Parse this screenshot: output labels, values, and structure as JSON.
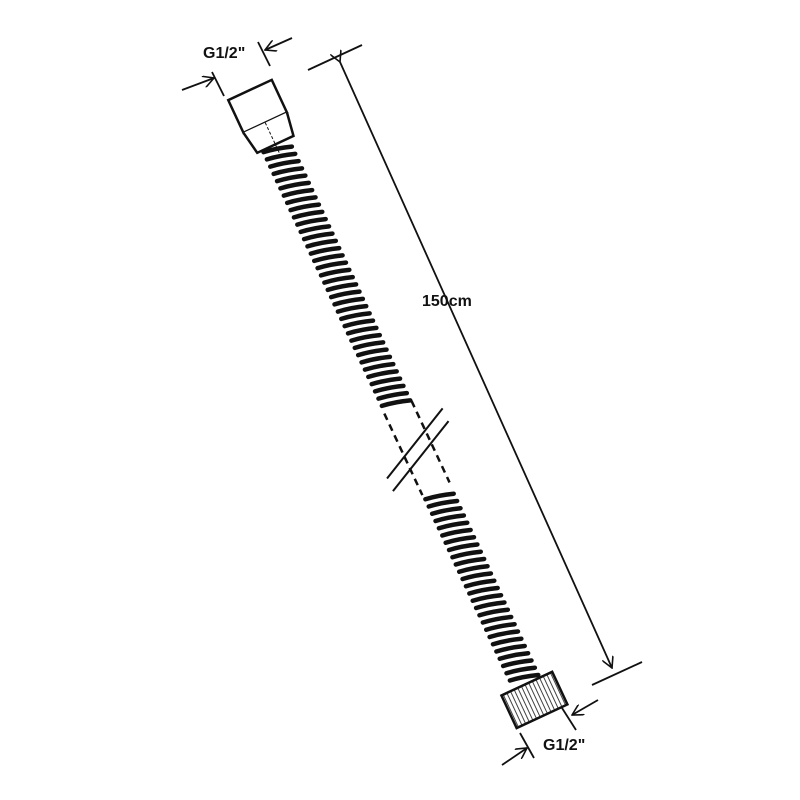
{
  "diagram": {
    "length_label": "150cm",
    "top_thread_label": "G1/2\"",
    "bottom_thread_label": "G1/2\"",
    "line_color": "#111111"
  }
}
